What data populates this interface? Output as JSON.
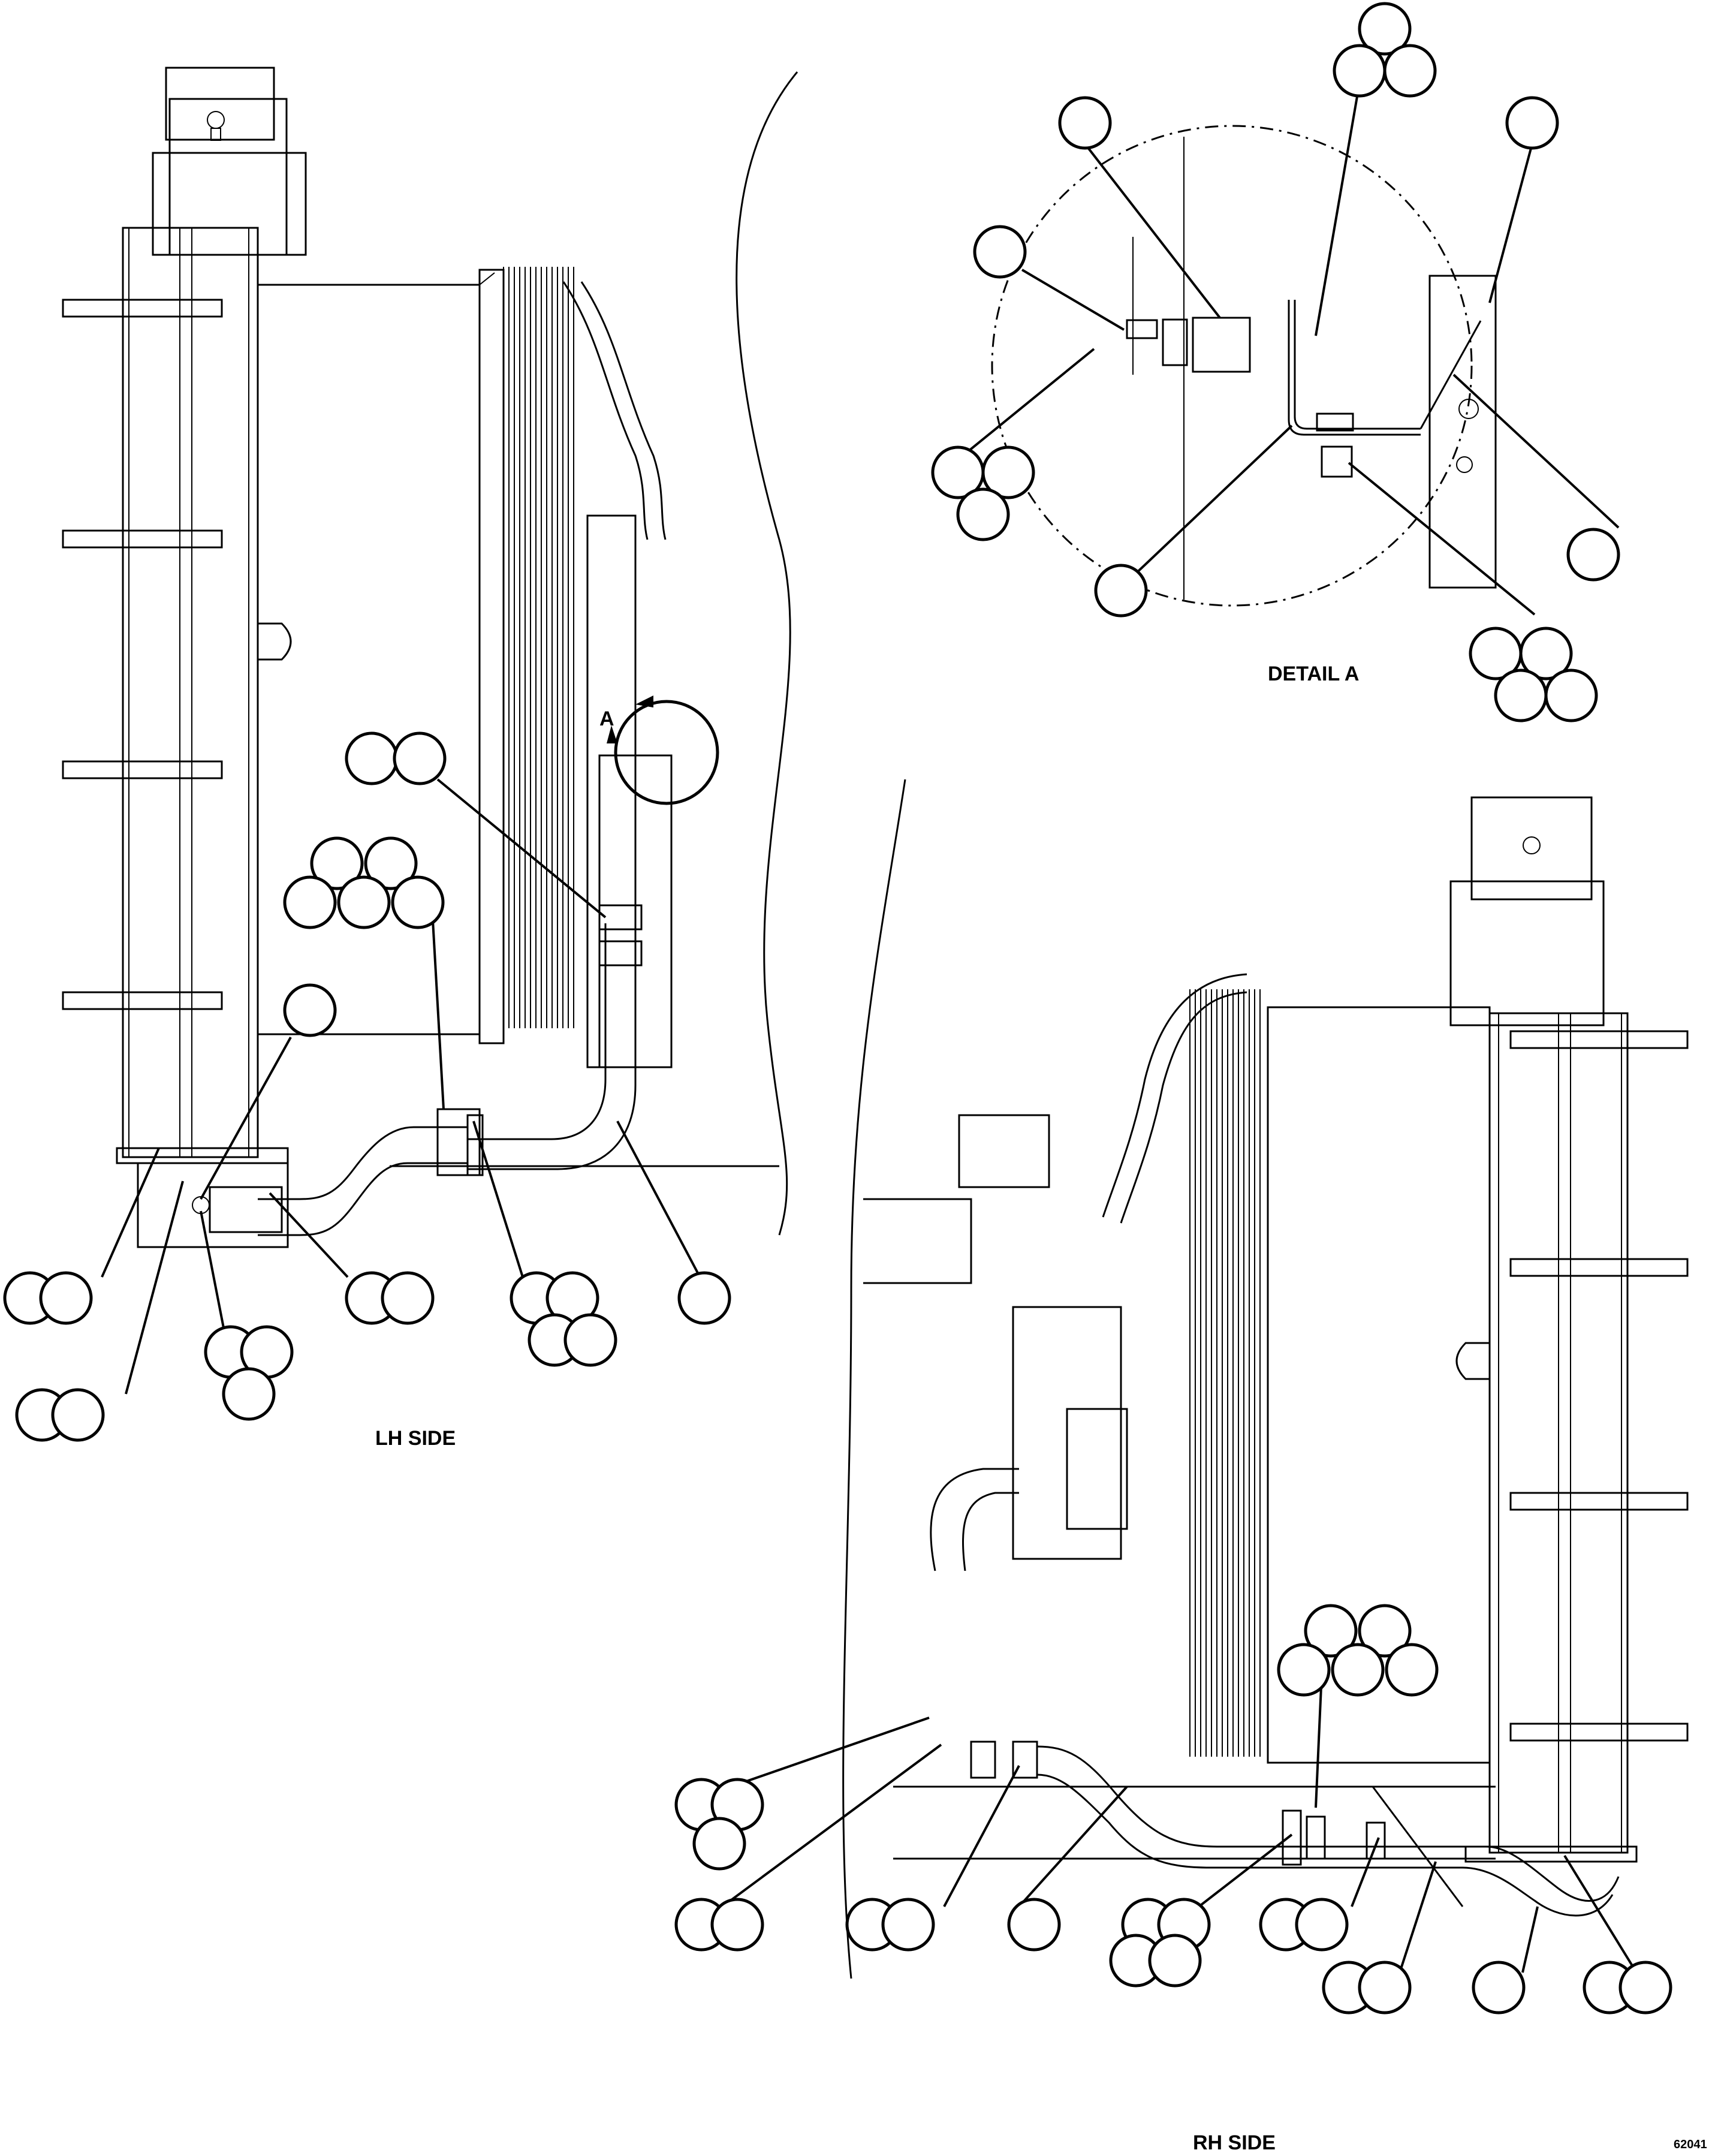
{
  "diagram": {
    "title": "Radiator / Charge Air Cooler Piping Assembly",
    "views": [
      {
        "id": "lh",
        "label": "LH SIDE"
      },
      {
        "id": "rh",
        "label": "RH SIDE"
      },
      {
        "id": "detail",
        "label": "DETAIL A"
      }
    ],
    "detail_marker": "A",
    "drawing_number": "62041",
    "colors": {
      "line": "#000000",
      "background": "#ffffff"
    },
    "callout_groups": [
      {
        "view": "detail",
        "count": 3,
        "name": "detail-top-cluster"
      },
      {
        "view": "detail",
        "count": 1,
        "name": "detail-upper-left"
      },
      {
        "view": "detail",
        "count": 1,
        "name": "detail-upper-right"
      },
      {
        "view": "detail",
        "count": 1,
        "name": "detail-left"
      },
      {
        "view": "detail",
        "count": 3,
        "name": "detail-lower-left-cluster"
      },
      {
        "view": "detail",
        "count": 1,
        "name": "detail-right"
      },
      {
        "view": "detail",
        "count": 1,
        "name": "detail-bottom"
      },
      {
        "view": "detail",
        "count": 4,
        "name": "detail-bottom-right-cluster"
      },
      {
        "view": "lh",
        "count": 2,
        "name": "lh-hose-pair"
      },
      {
        "view": "lh",
        "count": 5,
        "name": "lh-clamp-cluster"
      },
      {
        "view": "lh",
        "count": 1,
        "name": "lh-single-left"
      },
      {
        "view": "lh",
        "count": 2,
        "name": "lh-bottom-pair-1"
      },
      {
        "view": "lh",
        "count": 2,
        "name": "lh-bottom-pair-2"
      },
      {
        "view": "lh",
        "count": 3,
        "name": "lh-bottom-triple"
      },
      {
        "view": "lh",
        "count": 2,
        "name": "lh-bottom-pair-3"
      },
      {
        "view": "lh",
        "count": 4,
        "name": "lh-bottom-quad"
      },
      {
        "view": "lh",
        "count": 1,
        "name": "lh-bottom-single"
      },
      {
        "view": "rh",
        "count": 5,
        "name": "rh-clamp-cluster"
      },
      {
        "view": "rh",
        "count": 3,
        "name": "rh-left-triple"
      },
      {
        "view": "rh",
        "count": 2,
        "name": "rh-bottom-pair-1"
      },
      {
        "view": "rh",
        "count": 2,
        "name": "rh-bottom-pair-2"
      },
      {
        "view": "rh",
        "count": 1,
        "name": "rh-bottom-single"
      },
      {
        "view": "rh",
        "count": 4,
        "name": "rh-bottom-quad"
      },
      {
        "view": "rh",
        "count": 2,
        "name": "rh-bottom-pair-3"
      },
      {
        "view": "rh",
        "count": 2,
        "name": "rh-bottom-pair-4"
      },
      {
        "view": "rh",
        "count": 1,
        "name": "rh-bottom-single-2"
      },
      {
        "view": "rh",
        "count": 2,
        "name": "rh-bottom-pair-5"
      }
    ]
  }
}
